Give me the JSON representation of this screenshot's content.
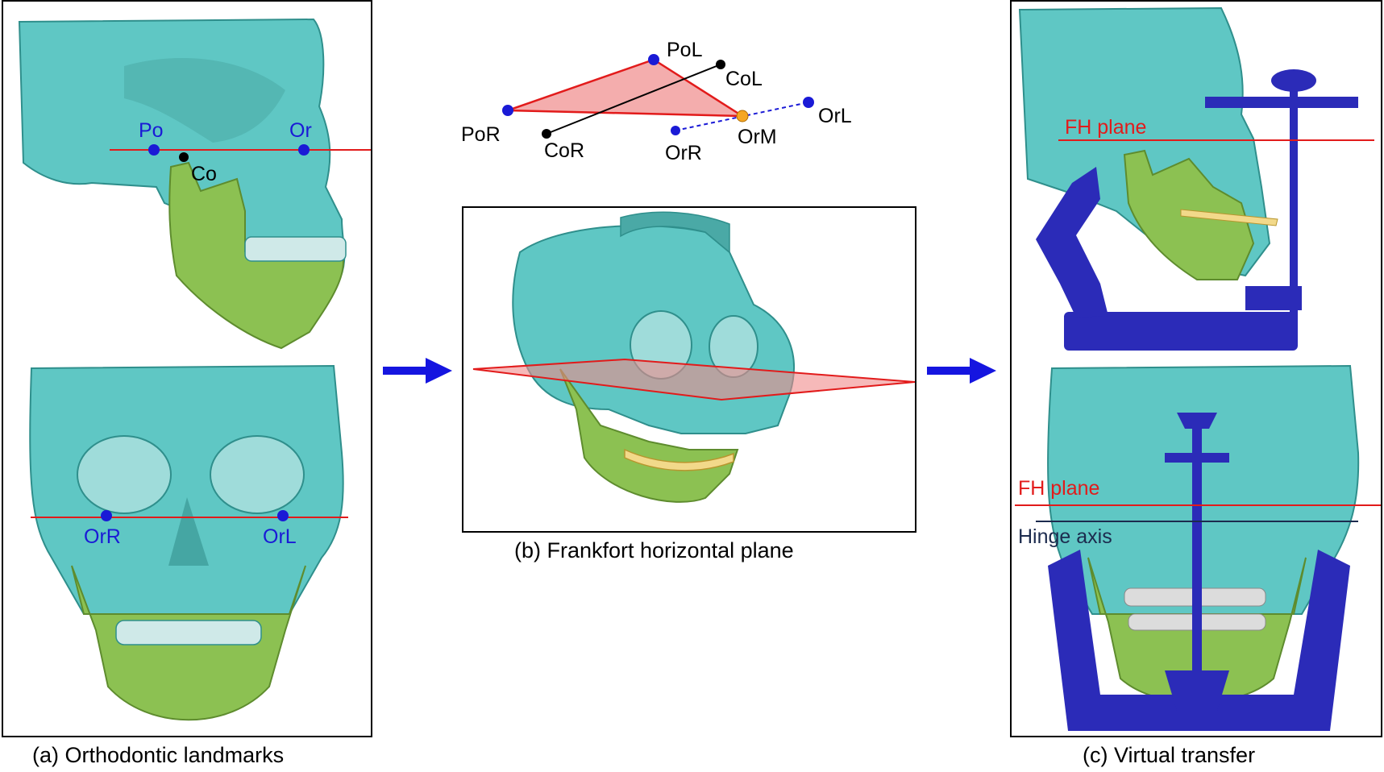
{
  "panel_a": {
    "caption": "(a) Orthodontic landmarks",
    "lateral_labels": {
      "po": "Po",
      "or": "Or",
      "co": "Co"
    },
    "frontal_labels": {
      "orr": "OrR",
      "orl": "OrL"
    }
  },
  "panel_b": {
    "caption": "(b) Frankfort horizontal plane",
    "points": {
      "pol": "PoL",
      "col": "CoL",
      "por": "PoR",
      "cor": "CoR",
      "orr": "OrR",
      "orm": "OrM",
      "orl": "OrL"
    }
  },
  "panel_c": {
    "caption": "(c) Virtual transfer",
    "upper_plane_label": "FH plane",
    "lower_plane_label": "FH plane",
    "hinge_label": "Hinge axis"
  },
  "colors": {
    "skull": "#5fc7c4",
    "mandible": "#8cc152",
    "articulator": "#2b2bb8",
    "landmark": "#1a1ad6",
    "plane": "#e21b1b",
    "plane_fill": "#f08a8a",
    "orm_point": "#f5a623",
    "arrow": "#1515e0"
  }
}
